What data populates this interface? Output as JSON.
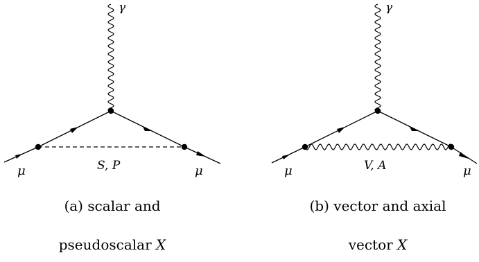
{
  "diagram_a": {
    "photon_label": "γ",
    "muon_in_label": "μ",
    "muon_out_label": "μ",
    "mediator_label": "S, P",
    "caption_line1": "(a) scalar and",
    "caption_line2_text": "pseudoscalar ",
    "caption_line2_math": "X"
  },
  "diagram_b": {
    "photon_label": "γ",
    "muon_in_label": "μ",
    "muon_out_label": "μ",
    "mediator_label": "V, A",
    "caption_line1": "(b) vector and axial",
    "caption_line2_text": "vector ",
    "caption_line2_math": "X"
  }
}
